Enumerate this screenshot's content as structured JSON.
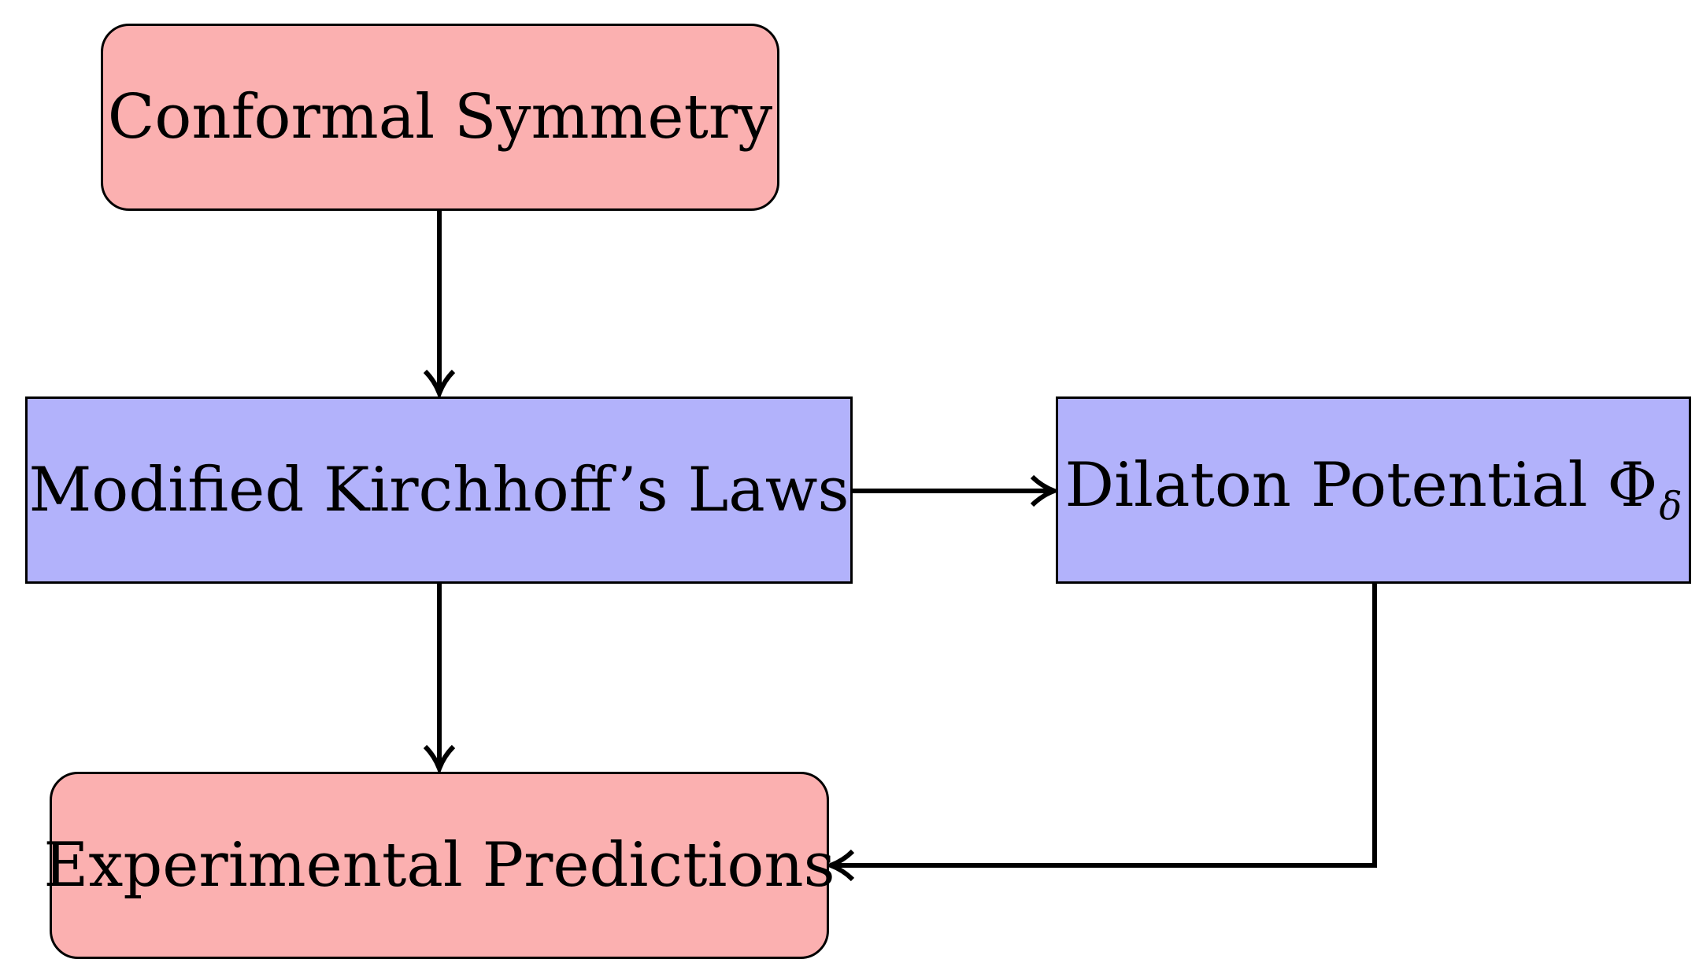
{
  "diagram": {
    "nodes": {
      "conformal": {
        "label": "Conformal Symmetry",
        "fill": "#fbb0b0",
        "shape": "rounded-rectangle"
      },
      "kirchhoff": {
        "label": "Modified Kirchhoff’s Laws",
        "fill": "#b2b2fb",
        "shape": "rectangle"
      },
      "dilaton": {
        "label": "Dilaton Potential Φ",
        "subscript": "δ",
        "fill": "#b2b2fb",
        "shape": "rectangle"
      },
      "predictions": {
        "label": "Experimental Predictions",
        "fill": "#fbb0b0",
        "shape": "rounded-rectangle"
      }
    },
    "edges": [
      {
        "from": "conformal",
        "to": "kirchhoff"
      },
      {
        "from": "kirchhoff",
        "to": "dilaton"
      },
      {
        "from": "kirchhoff",
        "to": "predictions"
      },
      {
        "from": "dilaton",
        "to": "predictions"
      }
    ]
  }
}
